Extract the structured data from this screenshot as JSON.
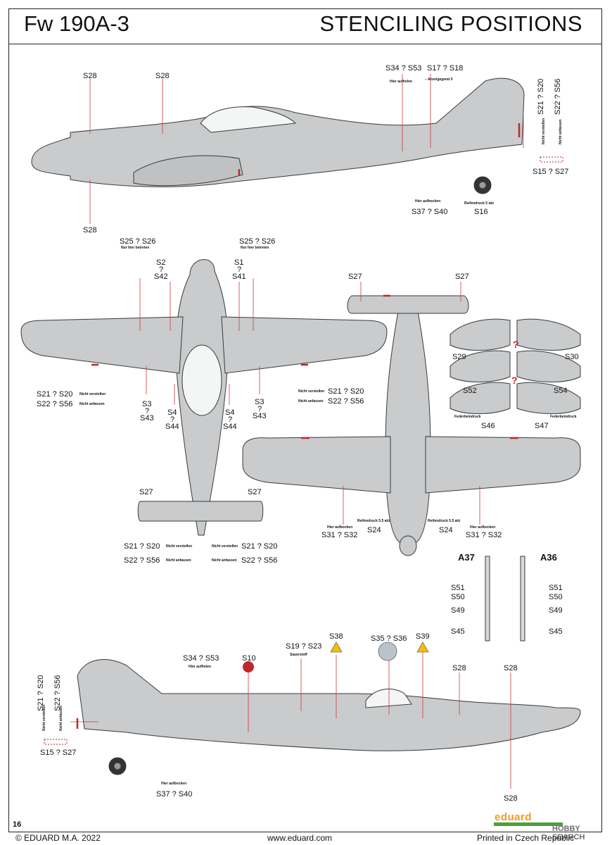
{
  "header": {
    "model": "Fw 190A-3",
    "section": "STENCILING POSITIONS"
  },
  "footer": {
    "page_number": "16",
    "copyright": "© EDUARD M.A. 2022",
    "website": "www.eduard.com",
    "printed": "Printed in Czech Republic",
    "logo": "eduard",
    "watermark": "HOBBY SEARCH"
  },
  "side_top": {
    "s28_a": "S28",
    "s28_b": "S28",
    "s28_bottom": "S28",
    "s34_s53": "S34 ? S53",
    "s17_s18": "S17 ? S18",
    "anzeigegerat": "– Anzeigegerat 0",
    "hier_aufholen": "Hier aufholen",
    "s21_s20": "S21 ? S20",
    "s22_s56": "S22 ? S56",
    "nicht_verstellen": "Nicht verstellen",
    "nicht_anfassen": "Nicht anfassen",
    "s15_s27": "S15 ? S27",
    "hier_aufbocken": "Hier aufbocken",
    "s37_s40": "S37 ? S40",
    "reifendruck": "Reifendruck 5 atü",
    "s16": "S16"
  },
  "underside": {
    "s25_s26_l": "S25 ? S26",
    "s25_s26_r": "S25 ? S26",
    "nur_hier": "Nur hier betreten",
    "s2": "S2",
    "q": "?",
    "s42": "S42",
    "s1": "S1",
    "s41": "S41",
    "s21_s20": "S21 ? S20",
    "s22_s56": "S22 ? S56",
    "nicht_verstellen": "Nicht verstellen",
    "nicht_anfassen": "Nicht anfassen",
    "s3": "S3",
    "s43": "S43",
    "s4": "S4",
    "s44": "S44",
    "s27": "S27"
  },
  "top_view": {
    "s27": "S27",
    "s29": "S29",
    "s30": "S30",
    "s52": "S52",
    "s54": "S54",
    "s46": "S46",
    "s47": "S47",
    "federbeindruck": "Federbeindruck",
    "hier_aufbocken": "Hier aufbocken",
    "s31_s32": "S31 ? S32",
    "reifendruck": "Reifendruck 5.5 atü",
    "s24": "S24"
  },
  "gear": {
    "a37": "A37",
    "a36": "A36",
    "s51": "S51",
    "s50": "S50",
    "s49": "S49",
    "s45": "S45"
  },
  "side_bottom": {
    "s34_s53": "S34 ? S53",
    "hier_aufholen": "Hier aufholen",
    "s10": "S10",
    "s19_s23": "S19 ? S23",
    "sauerstoff": "Sauerstoff",
    "s38": "S38",
    "s35_s36": "S35 ? S36",
    "s39": "S39",
    "s28": "S28",
    "s21_s20": "S21 ? S20",
    "s22_s56": "S22 ? S56",
    "nicht_verstellen": "Nicht verstellen",
    "nicht_anfassen": "Nicht anfassen",
    "s15_s27": "S15 ? S27",
    "hier_aufbocken": "Hier aufbocken",
    "s37_s40": "S37 ? S40"
  },
  "colors": {
    "aircraft": "#c9cbcc",
    "outline": "#3a3a3a",
    "leader": "#d03a3a",
    "accent_red": "#c0262c"
  }
}
